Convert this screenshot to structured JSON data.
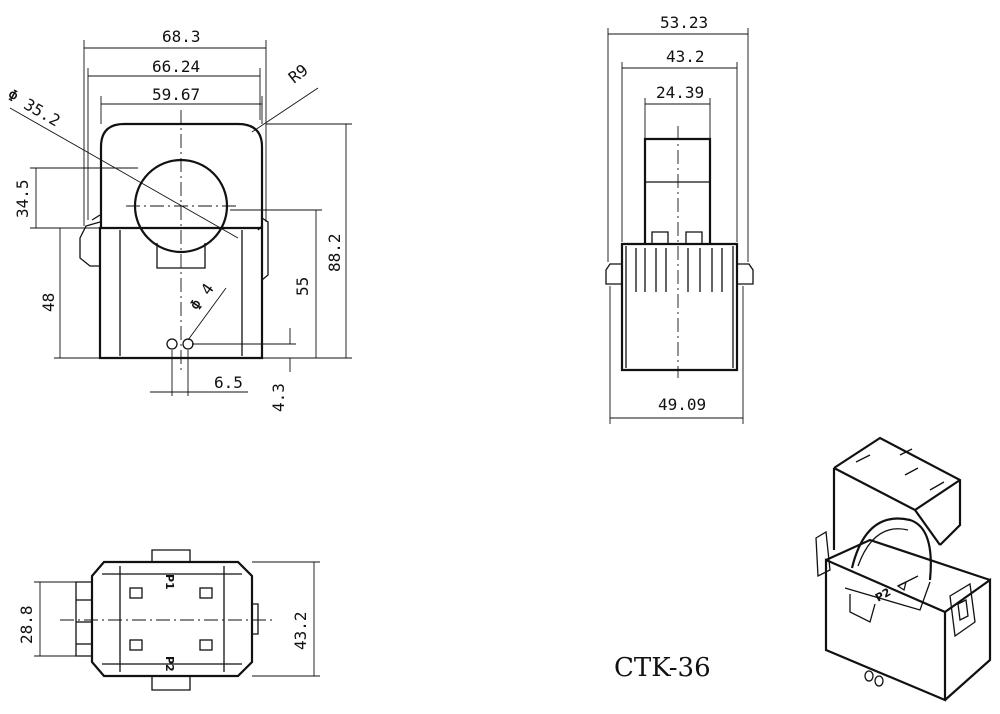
{
  "front_view": {
    "width_overall": "68.3",
    "width_body": "66.24",
    "width_top": "59.67",
    "corner_radius": "R9",
    "aperture_diameter": "Φ 35.2",
    "aperture_center_height": "34.5",
    "lower_body_height": "48",
    "hole_height": "55",
    "total_height": "88.2",
    "hole_diameter": "Φ 4",
    "hole_spacing": "6.5",
    "hole_offset": "4.3"
  },
  "side_view": {
    "width_overall": "53.23",
    "width_body": "43.2",
    "width_top": "24.39",
    "width_bottom": "49.09"
  },
  "bottom_view": {
    "depth_inner": "28.8",
    "depth_overall": "43.2",
    "label_p1": "P1",
    "label_p2": "P2"
  },
  "iso_view": {
    "label_p2": "P2"
  },
  "model": "CTK-36"
}
